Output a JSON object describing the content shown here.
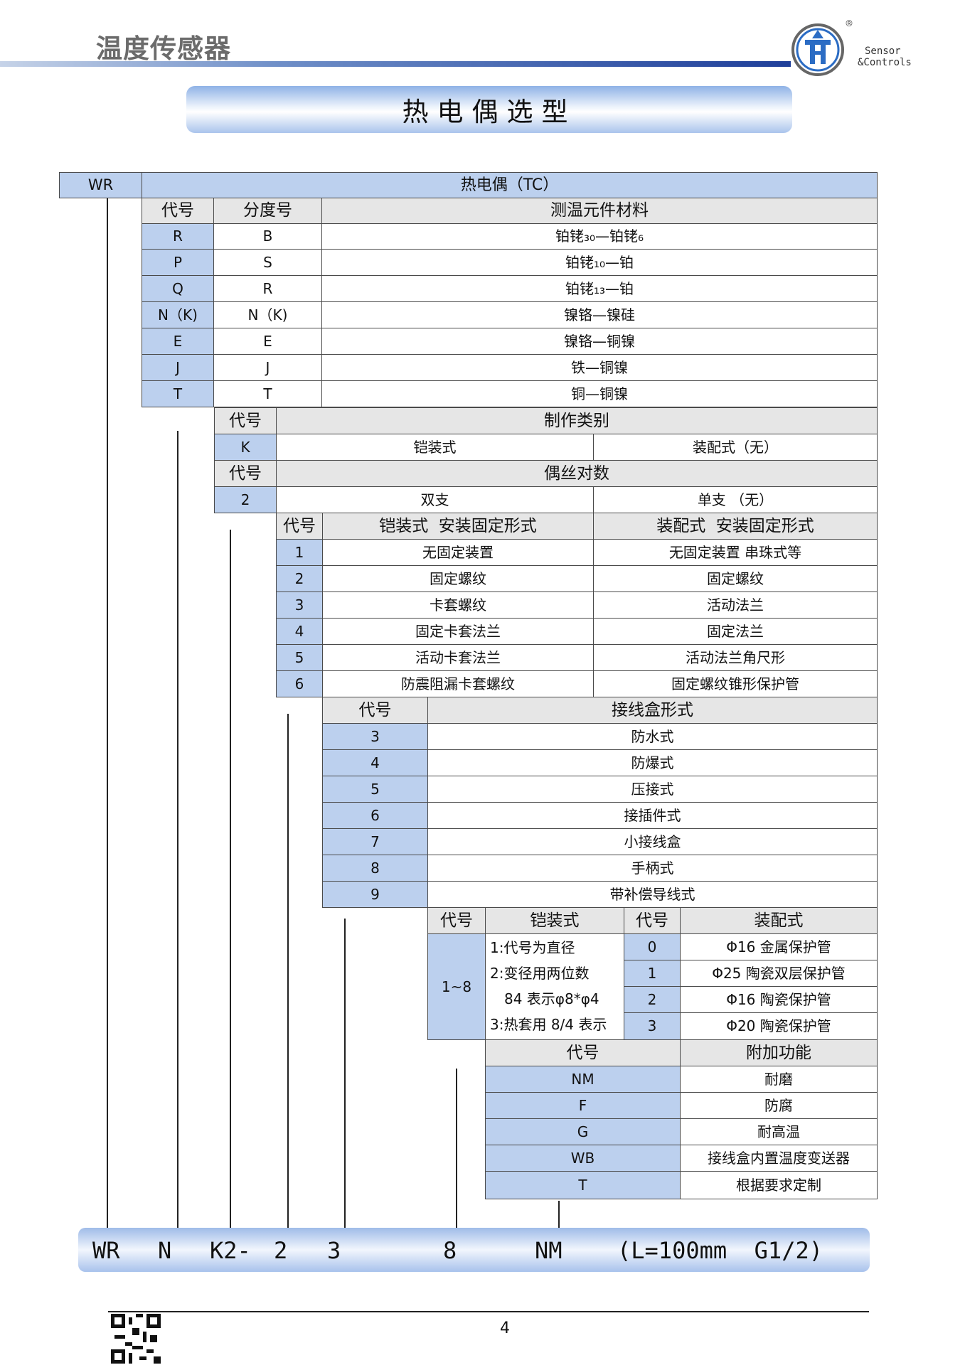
{
  "header": {
    "title": "温度传感器",
    "logo_text": [
      "Sensor",
      "&Controls"
    ],
    "registered": "®",
    "banner": "热电偶选型"
  },
  "top_row": {
    "code": "WR",
    "label": "热电偶（TC）"
  },
  "material": {
    "headers": [
      "代号",
      "分度号",
      "测温元件材料"
    ],
    "rows": [
      {
        "code": "R",
        "grad": "B",
        "name": "铂铑₃₀—铂铑₆"
      },
      {
        "code": "P",
        "grad": "S",
        "name": "铂铑₁₀—铂"
      },
      {
        "code": "Q",
        "grad": "R",
        "name": "铂铑₁₃—铂"
      },
      {
        "code": "N（K)",
        "grad": "N（K)",
        "name": "镍铬—镍硅"
      },
      {
        "code": "E",
        "grad": "E",
        "name": "镍铬—铜镍"
      },
      {
        "code": "J",
        "grad": "J",
        "name": "铁—铜镍"
      },
      {
        "code": "T",
        "grad": "T",
        "name": "铜—铜镍"
      }
    ]
  },
  "make_type": {
    "header_code": "代号",
    "header": "制作类别",
    "code": "K",
    "a": "铠装式",
    "b": "装配式（无）"
  },
  "wire_pair": {
    "header_code": "代号",
    "header": "偶丝对数",
    "code": "2",
    "a": "双支",
    "b": "单支 （无）"
  },
  "mounting": {
    "headers": [
      "代号",
      "铠装式  安装固定形式",
      "装配式  安装固定形式"
    ],
    "rows": [
      {
        "code": "1",
        "a": "无固定装置",
        "b": "无固定装置 串珠式等"
      },
      {
        "code": "2",
        "a": "固定螺纹",
        "b": "固定螺纹"
      },
      {
        "code": "3",
        "a": "卡套螺纹",
        "b": "活动法兰"
      },
      {
        "code": "4",
        "a": "固定卡套法兰",
        "b": "固定法兰"
      },
      {
        "code": "5",
        "a": "活动卡套法兰",
        "b": "活动法兰角尺形"
      },
      {
        "code": "6",
        "a": "防震阻漏卡套螺纹",
        "b": "固定螺纹锥形保护管"
      }
    ]
  },
  "junction_box": {
    "headers": [
      "代号",
      "接线盒形式"
    ],
    "rows": [
      {
        "code": "3",
        "name": "防水式"
      },
      {
        "code": "4",
        "name": "防爆式"
      },
      {
        "code": "5",
        "name": "压接式"
      },
      {
        "code": "6",
        "name": "接插件式"
      },
      {
        "code": "7",
        "name": "小接线盒"
      },
      {
        "code": "8",
        "name": "手柄式"
      },
      {
        "code": "9",
        "name": "带补偿导线式"
      }
    ]
  },
  "protection": {
    "headers": [
      "代号",
      "铠装式",
      "代号",
      "装配式"
    ],
    "armored_code": "1~8",
    "armored_notes": [
      "1:代号为直径",
      "2:变径用两位数",
      "84 表示φ8*φ4",
      "3:热套用 8/4 表示"
    ],
    "assembly": [
      {
        "code": "0",
        "name": "Φ16 金属保护管"
      },
      {
        "code": "1",
        "name": "Φ25 陶瓷双层保护管"
      },
      {
        "code": "2",
        "name": "Φ16 陶瓷保护管"
      },
      {
        "code": "3",
        "name": "Φ20 陶瓷保护管"
      }
    ]
  },
  "extra": {
    "headers": [
      "代号",
      "附加功能"
    ],
    "rows": [
      {
        "code": "NM",
        "name": "耐磨"
      },
      {
        "code": "F",
        "name": "防腐"
      },
      {
        "code": "G",
        "name": "耐高温"
      },
      {
        "code": "WB",
        "name": "接线盒内置温度变送器"
      },
      {
        "code": "T",
        "name": "根据要求定制"
      }
    ]
  },
  "example": [
    "WR",
    "N",
    "K2-",
    "2",
    "3",
    "8",
    "NM",
    "(L=100mm  G1/2)"
  ],
  "page_number": "4"
}
